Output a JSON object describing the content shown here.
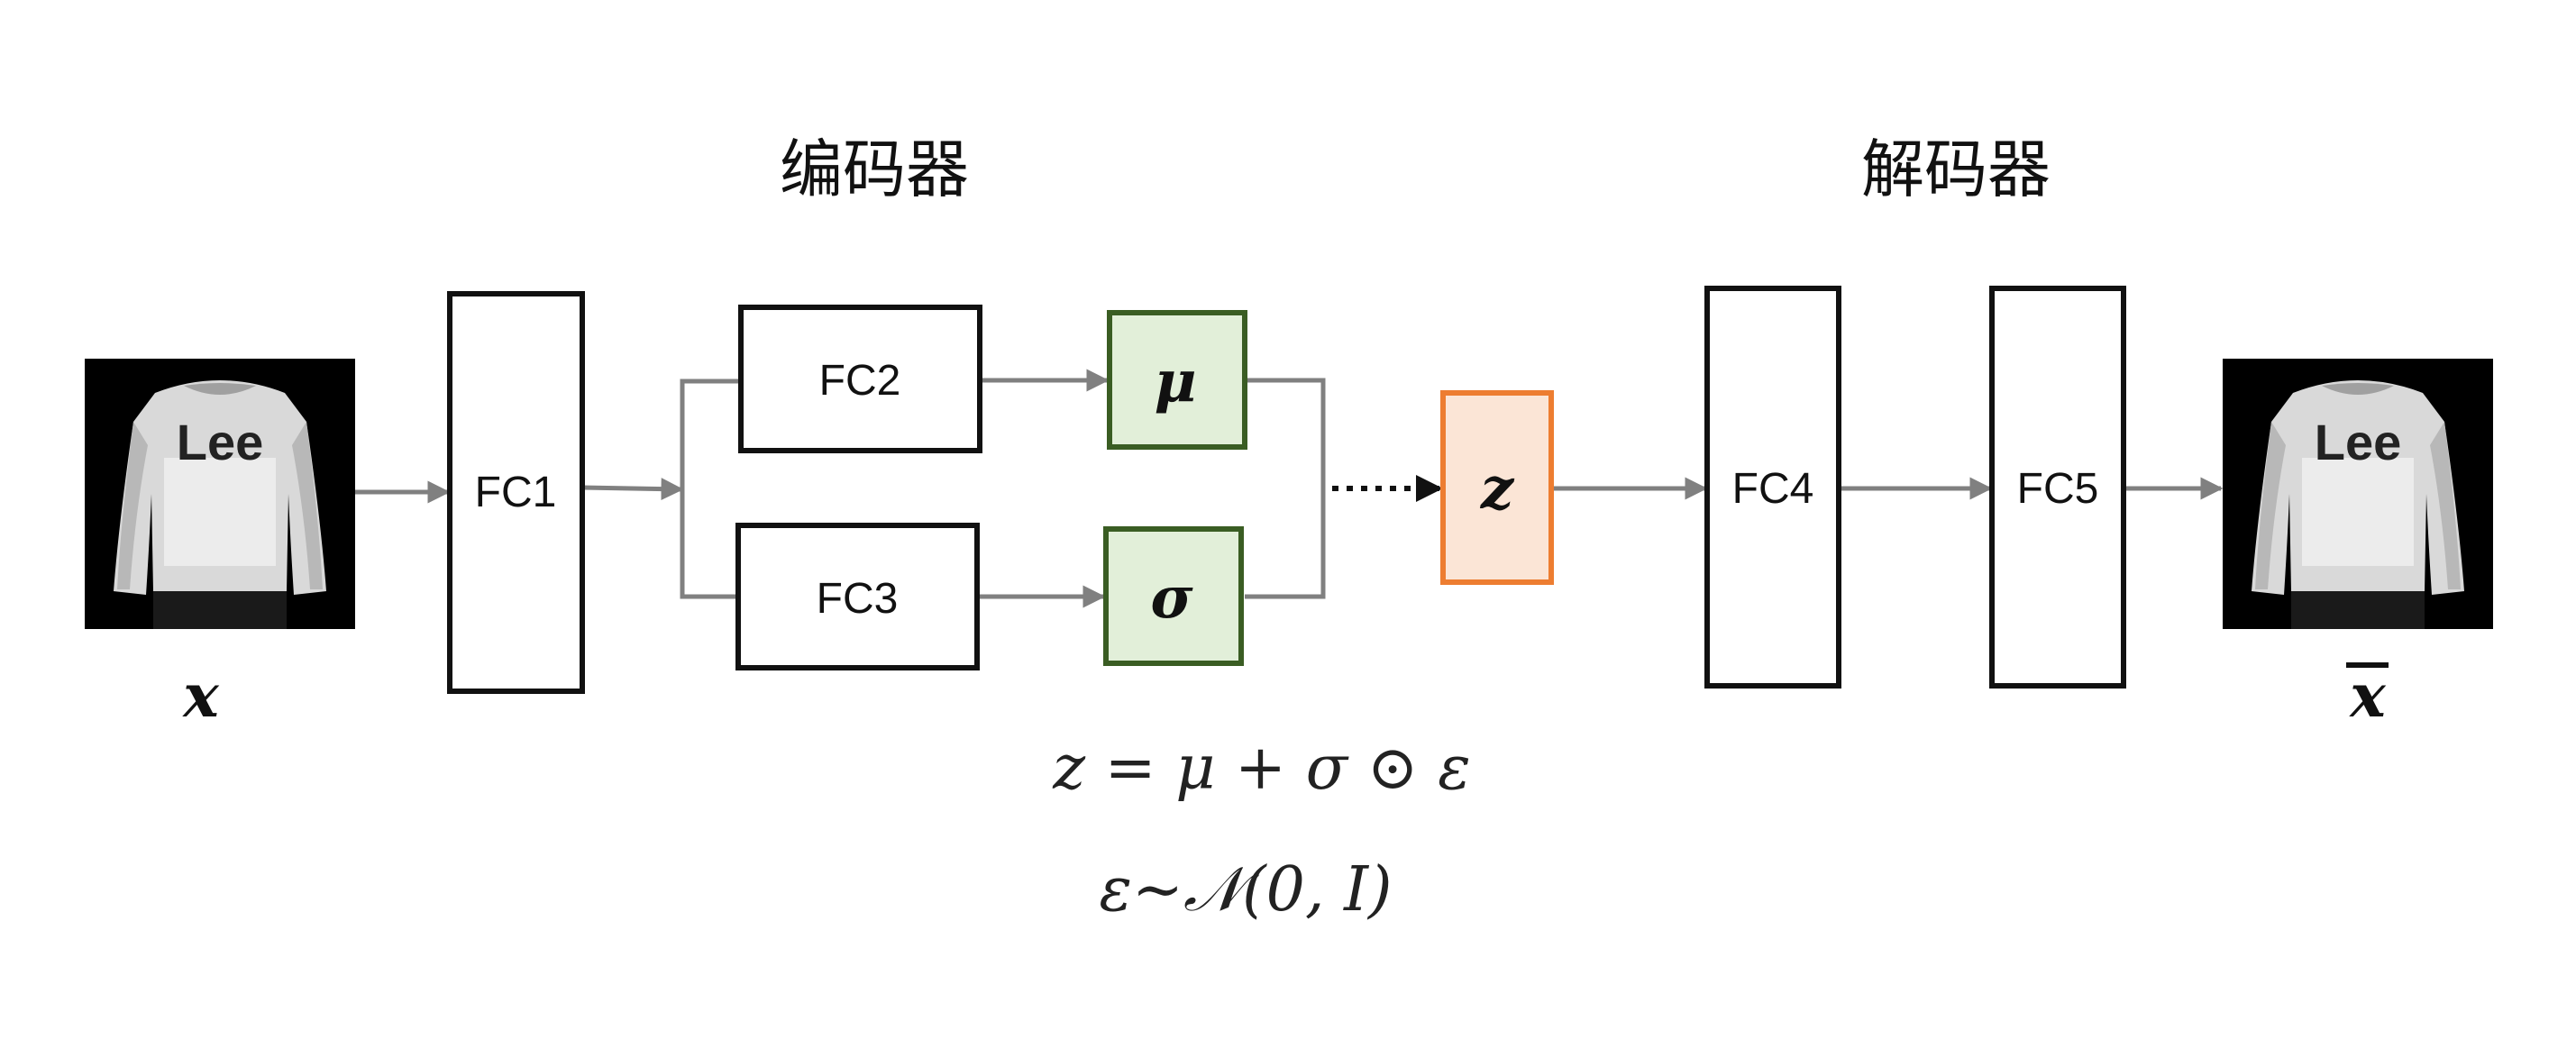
{
  "labels": {
    "encoder": "编码器",
    "decoder": "解码器",
    "fc1": "FC1",
    "fc2": "FC2",
    "fc3": "FC3",
    "fc4": "FC4",
    "fc5": "FC5",
    "mu": "μ",
    "sigma": "σ",
    "z": "z",
    "input": "x",
    "output": "x"
  },
  "image_text": {
    "input_logo": "Lee",
    "output_logo": "Lee"
  },
  "equations": {
    "reparam": "z = μ + σ ⊙ ε",
    "noise": "ε∼𝒩(0, I)"
  },
  "colors": {
    "latent_fill": "#fbe5d6",
    "latent_stroke": "#ed7d31",
    "param_fill": "#e2efd9",
    "param_stroke": "#3a5d23",
    "box_stroke": "#111111",
    "connector": "#808080",
    "arrow_dotted": "#111111"
  }
}
